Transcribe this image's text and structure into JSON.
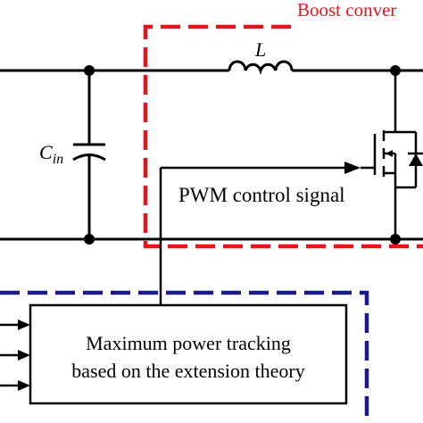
{
  "boost_converter": {
    "label": "Boost conver",
    "color": "#e5141b"
  },
  "inductor": {
    "symbol": "L"
  },
  "input_capacitor": {
    "symbol": "C",
    "subscript": "in"
  },
  "pwm_signal": {
    "label": "PWM control signal"
  },
  "tracking_box": {
    "line1": "Maximum power tracking",
    "line2": "based on the extension theory",
    "border_color": "#1a1a8c"
  }
}
